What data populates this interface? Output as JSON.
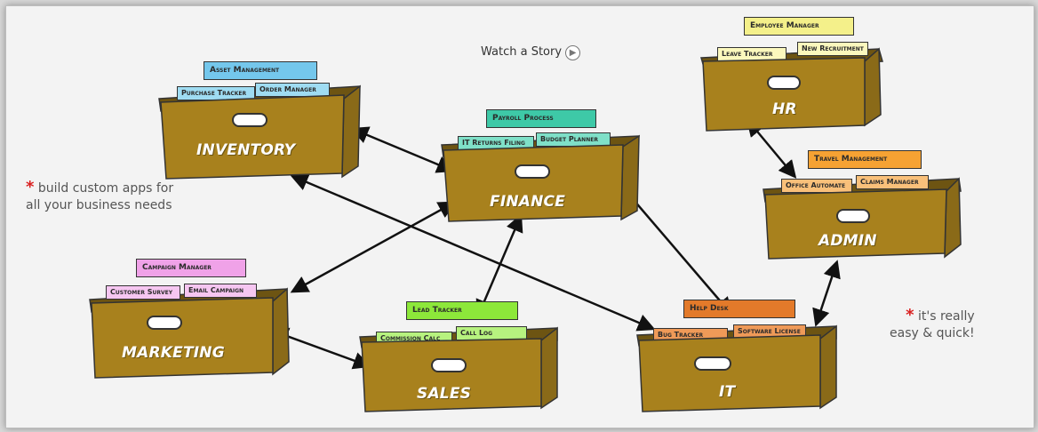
{
  "header": {
    "watch_story": "Watch a Story",
    "play_glyph": "▶"
  },
  "notes": {
    "left_star": "*",
    "left_line1": "build custom apps for",
    "left_line2": "all your business needs",
    "right_star": "*",
    "right_line1": "it's really",
    "right_line2": "easy & quick!"
  },
  "colors": {
    "box_front": "#a8811d",
    "box_inside": "#6d5412",
    "background": "#f3f3f3",
    "star": "#d92020"
  },
  "boxes": {
    "inventory": {
      "label": "INVENTORY",
      "main_card": "Asset Management",
      "card_a": "Purchase Tracker",
      "card_b": "Order Manager",
      "main_color": "#74c7ec",
      "sub_color": "#9fdcf2"
    },
    "finance": {
      "label": "FINANCE",
      "main_card": "Payroll Process",
      "card_a": "IT Returns Filing",
      "card_b": "Budget Planner",
      "main_color": "#3ec9a7",
      "sub_color": "#7fe0c8"
    },
    "hr": {
      "label": "HR",
      "main_card": "Employee Manager",
      "card_a": "Leave Tracker",
      "card_b": "New Recruitment",
      "main_color": "#f4f08a",
      "sub_color": "#fbf8bd"
    },
    "admin": {
      "label": "ADMIN",
      "main_card": "Travel Management",
      "card_a": "Office Automate",
      "card_b": "Claims Manager",
      "main_color": "#f6a233",
      "sub_color": "#f9c07a"
    },
    "marketing": {
      "label": "MARKETING",
      "main_card": "Campaign Manager",
      "card_a": "Customer Survey",
      "card_b": "Email Campaign",
      "main_color": "#f0a2e8",
      "sub_color": "#f6c6f1"
    },
    "sales": {
      "label": "SALES",
      "main_card": "Lead Tracker",
      "card_a": "Commission Calc",
      "card_b": "Call Log",
      "main_color": "#8de83a",
      "sub_color": "#b7f27f"
    },
    "it": {
      "label": "IT",
      "main_card": "Help Desk",
      "card_a": "Bug Tracker",
      "card_b": "Software License",
      "main_color": "#e37a2a",
      "sub_color": "#ef9a58"
    }
  }
}
